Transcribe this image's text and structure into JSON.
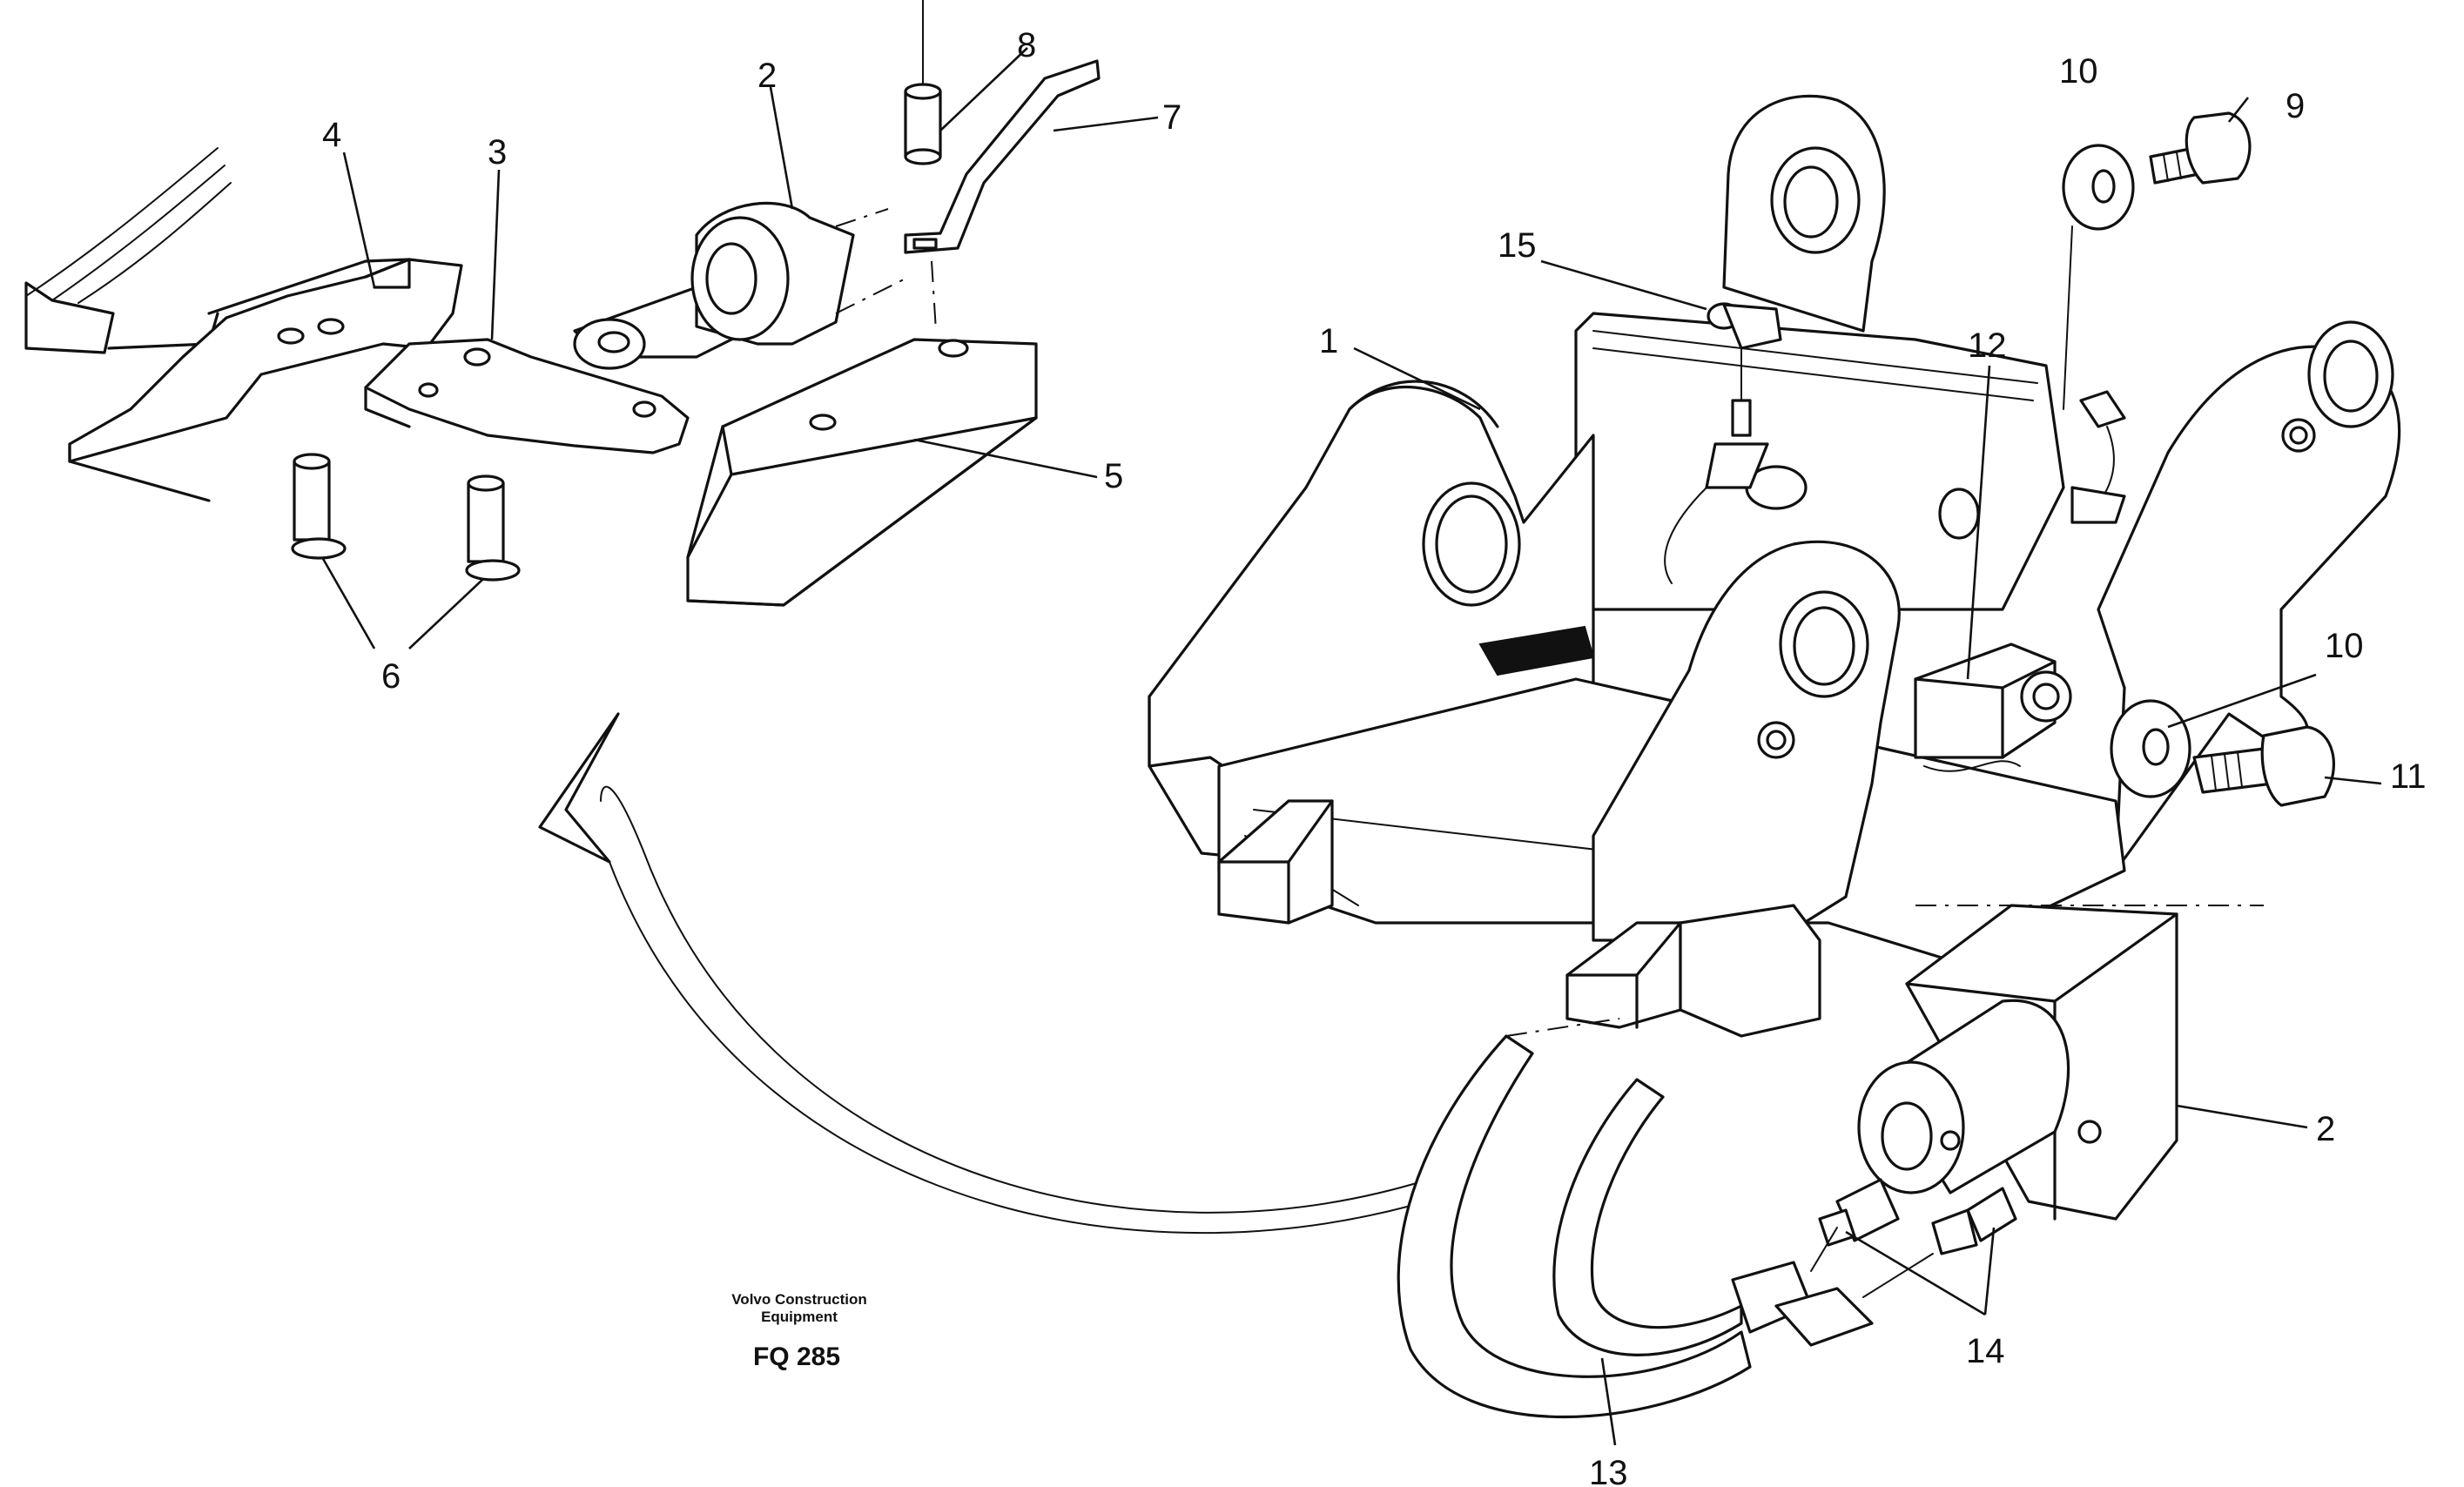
{
  "figure": {
    "caption_line1": "Volvo Construction",
    "caption_line2": "Equipment",
    "figure_code": "FQ 285"
  },
  "callouts": {
    "c1": "1",
    "c2_left": "2",
    "c2_right": "2",
    "c3": "3",
    "c4": "4",
    "c5": "5",
    "c6": "6",
    "c7": "7",
    "c8": "8",
    "c9": "9",
    "c10_top": "10",
    "c10_right": "10",
    "c11": "11",
    "c12": "12",
    "c13": "13",
    "c14": "14",
    "c15": "15"
  }
}
